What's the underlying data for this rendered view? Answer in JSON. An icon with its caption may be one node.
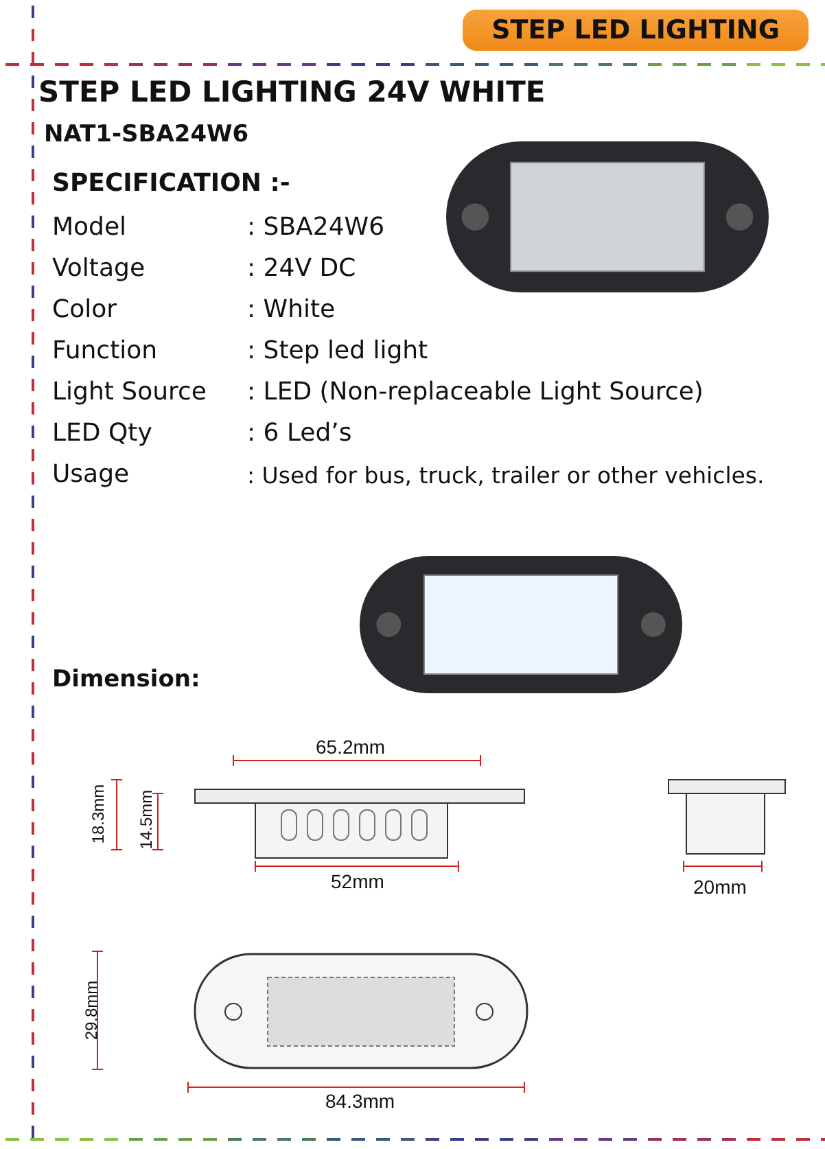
{
  "diagram": {
    "title": "STEP LED LIGHTING 24V WHITE",
    "labels": [
      "STEP LED LIGHTING",
      "NAT1-SBA24W6",
      "SPECIFICATION :-",
      "Model",
      ": SBA24W6",
      "Voltage",
      ": 24V DC",
      "Color",
      ": White",
      "Function",
      ": Step led light",
      "Light Source",
      ": LED (Non-replaceable Light Source)",
      "LED Qty",
      ": 6 Led’s",
      "Usage",
      ": Used for bus, truck, trailer or other vehicles.",
      "Dimension:",
      "65.2mm",
      "18.3mm",
      "14.5mm",
      "52mm",
      "20mm",
      "29.8mm",
      "84.3mm"
    ]
  }
}
